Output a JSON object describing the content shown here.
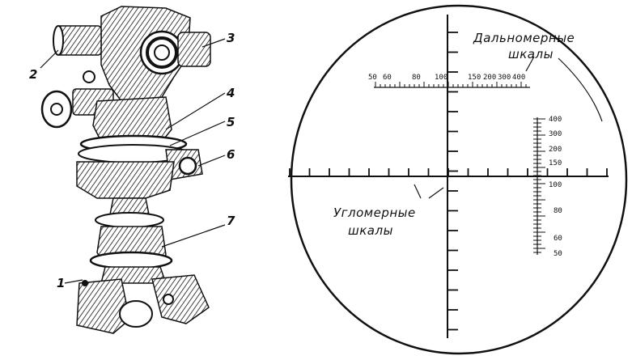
{
  "instrument": {
    "callouts": [
      "1",
      "2",
      "3",
      "4",
      "5",
      "6",
      "7"
    ]
  },
  "reticle": {
    "range_scales_caption": [
      "Дальномерные",
      "шкалы"
    ],
    "angle_scales_caption": [
      "Угломерные",
      "шкалы"
    ],
    "horizontal_scale_labels": [
      "50",
      "60",
      "80",
      "100",
      "150",
      "200",
      "300",
      "400"
    ],
    "vertical_scale_labels": [
      "400",
      "300",
      "200",
      "150",
      "100",
      "80",
      "60",
      "50"
    ]
  }
}
